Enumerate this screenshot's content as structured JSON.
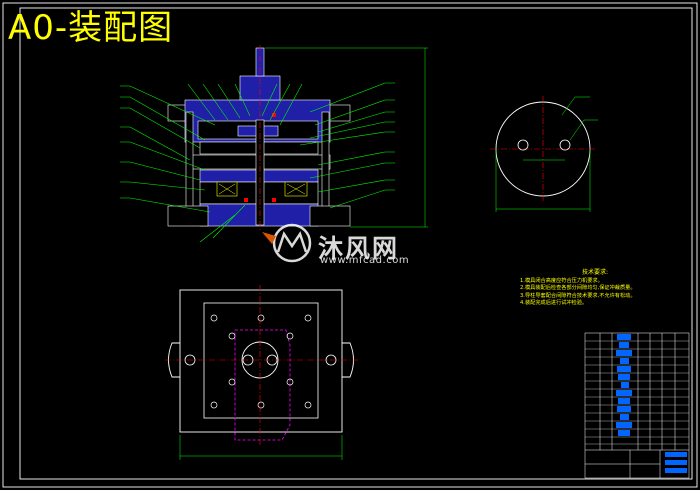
{
  "title": "A0-装配图",
  "watermark": {
    "brand": "沐风网",
    "url": "www.mfcad.com",
    "logo_icon": "mf-logo-icon"
  },
  "technical_notes": {
    "heading": "技术要求:",
    "lines": [
      "1.模具闭合高度应符合压力机要求。",
      "2.模具装配后检查各部分间隙均匀,保证冲裁质量。",
      "3.导柱导套配合间隙符合技术要求,不允许有松动。",
      "4.装配完成后进行试冲检验。"
    ]
  },
  "colors": {
    "background": "#000000",
    "frame": "#ffffff",
    "title": "#ffff00",
    "leaders": "#00ff00",
    "parts_fill": "#1f1fa8",
    "centerlines": "#ff0000",
    "hidden_part": "#ff00ff",
    "dimension": "#00ff00",
    "table_text": "#0066ff"
  }
}
